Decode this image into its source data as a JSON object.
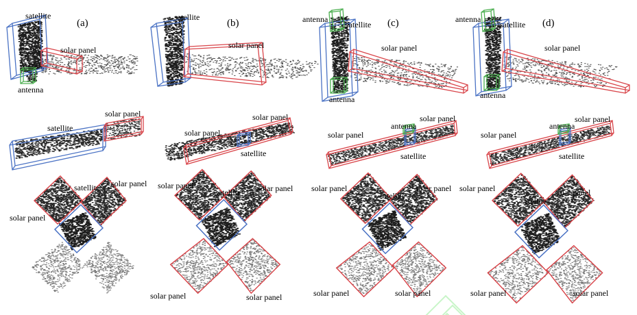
{
  "figure": {
    "panel_titles": [
      "(a)",
      "(b)",
      "(c)",
      "(d)"
    ],
    "labels": {
      "satellite": "satellite",
      "solar_panel": "solar panel",
      "antenna": "antenna"
    },
    "colors": {
      "satellite_box": "#4a72c4",
      "solar_panel_box": "#d9454a",
      "antenna_box": "#4caf50",
      "points": "#111111",
      "watermark": "#c8f5c8"
    }
  }
}
